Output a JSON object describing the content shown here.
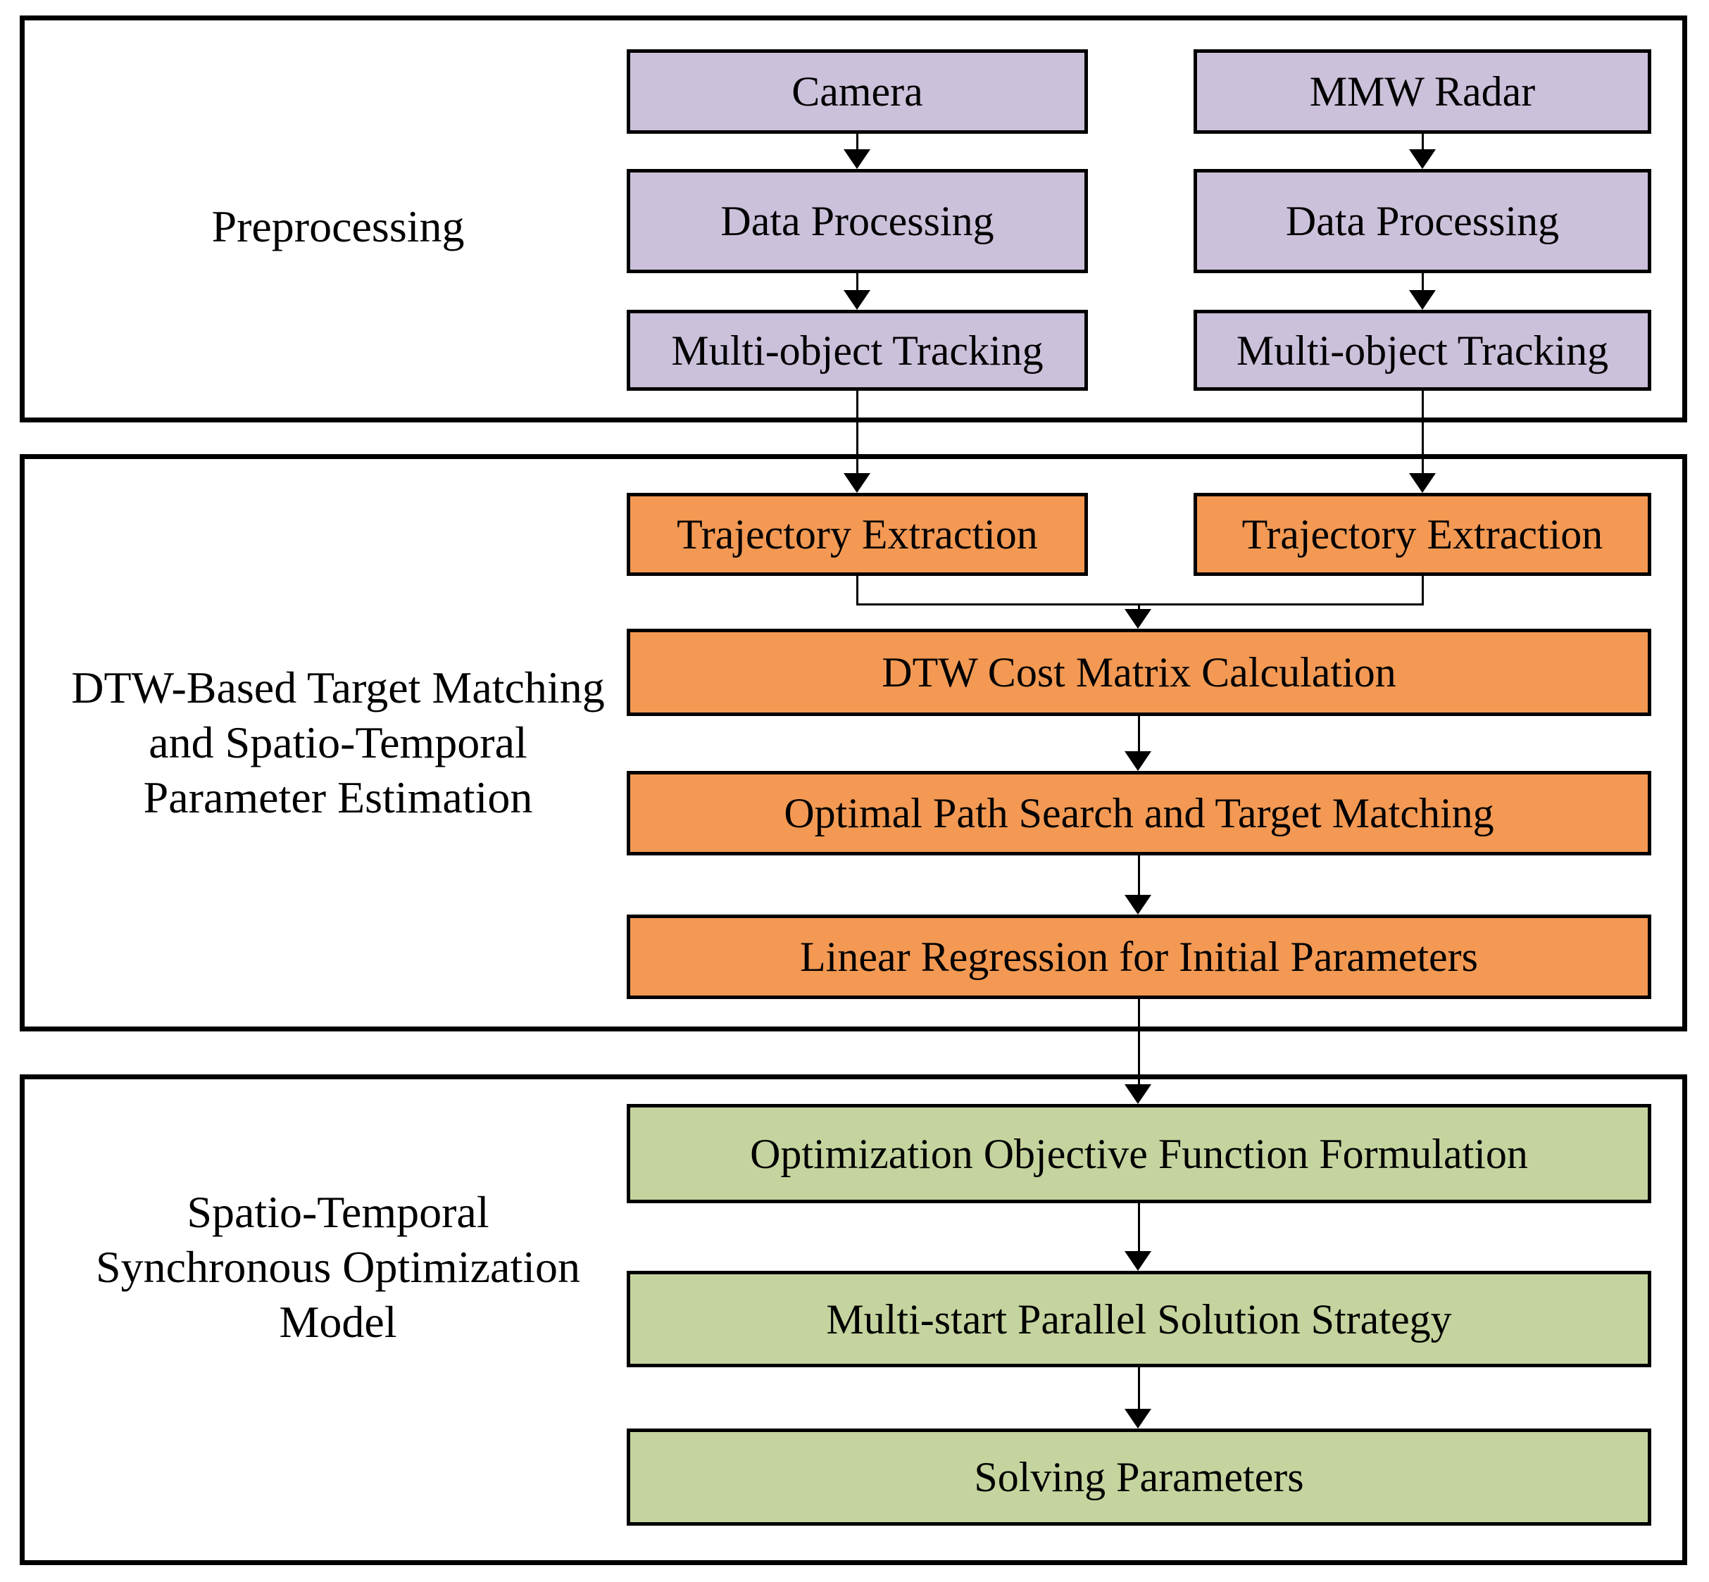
{
  "sections": [
    {
      "id": "preprocessing",
      "label": "Preprocessing"
    },
    {
      "id": "dtw_matching",
      "label_lines": [
        "DTW-Based Target Matching",
        "and Spatio-Temporal",
        "Parameter Estimation"
      ]
    },
    {
      "id": "optimization_model",
      "label_lines": [
        "Spatio-Temporal",
        "Synchronous Optimization",
        "Model"
      ]
    }
  ],
  "nodes": {
    "camera": "Camera",
    "mmw_radar": "MMW Radar",
    "camera_data_processing": "Data Processing",
    "radar_data_processing": "Data Processing",
    "camera_tracking": "Multi-object Tracking",
    "radar_tracking": "Multi-object Tracking",
    "camera_trajectory": "Trajectory Extraction",
    "radar_trajectory": "Trajectory Extraction",
    "dtw_cost": "DTW Cost Matrix Calculation",
    "optimal_path": "Optimal Path Search and Target Matching",
    "linear_regression": "Linear Regression for Initial Parameters",
    "objective_function": "Optimization Objective Function Formulation",
    "multi_start": "Multi-start Parallel Solution Strategy",
    "solving_parameters": "Solving Parameters"
  },
  "colors": {
    "preprocessing_box": "#CCC1DB",
    "matching_box": "#F39953",
    "optimization_box": "#C5D49E",
    "border": "#000000",
    "background": "#FFFFFF"
  }
}
